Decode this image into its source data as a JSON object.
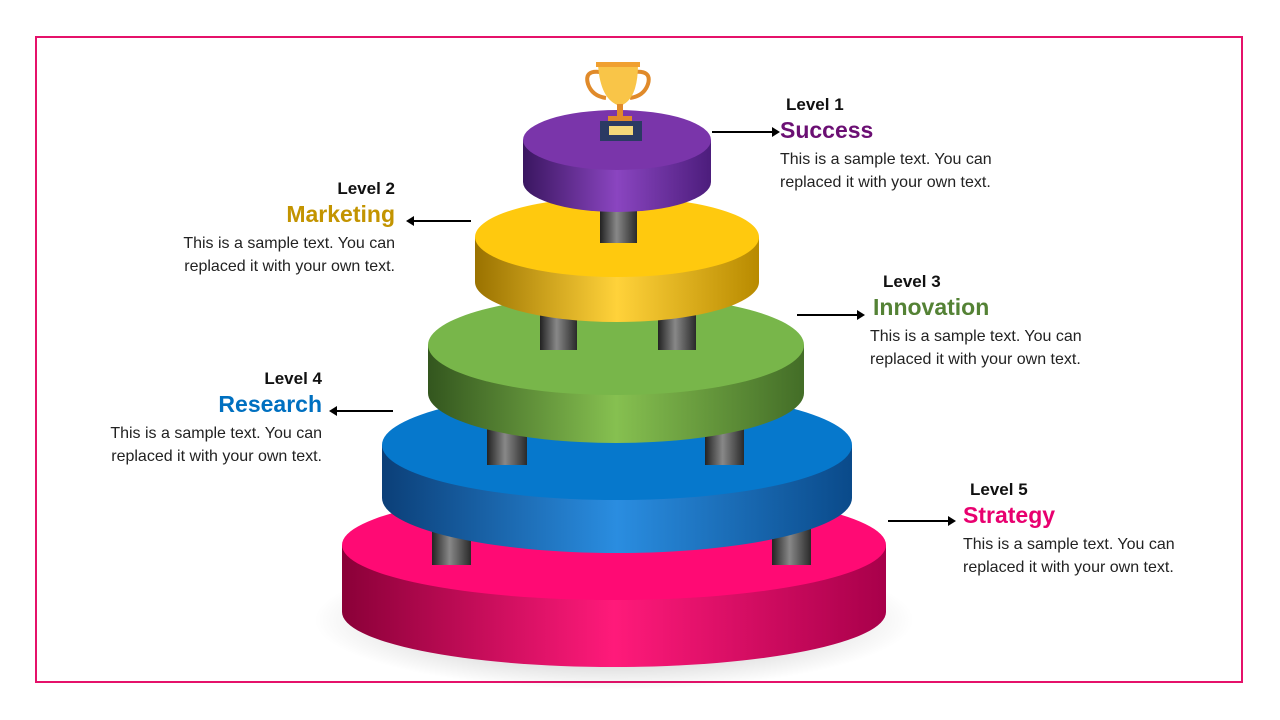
{
  "colors": {
    "border": "#E5116A",
    "level1": "#6B0F73",
    "level2": "#C39400",
    "level3": "#548235",
    "level4": "#0070C0",
    "level5": "#E8006F"
  },
  "icons": {
    "top": "trophy-icon"
  },
  "levels": [
    {
      "level": "Level 1",
      "title": "Success",
      "text1": "This is a sample text. You can",
      "text2": "replaced it with your own text."
    },
    {
      "level": "Level 2",
      "title": "Marketing",
      "text1": "This is a sample text. You can",
      "text2": "replaced it with your own text."
    },
    {
      "level": "Level 3",
      "title": "Innovation",
      "text1": "This is a sample text. You can",
      "text2": "replaced it with your own text."
    },
    {
      "level": "Level 4",
      "title": "Research",
      "text1": "This is a sample text. You can",
      "text2": "replaced it with your own text."
    },
    {
      "level": "Level 5",
      "title": "Strategy",
      "text1": "This is a sample text. You can",
      "text2": "replaced it with your own text."
    }
  ]
}
